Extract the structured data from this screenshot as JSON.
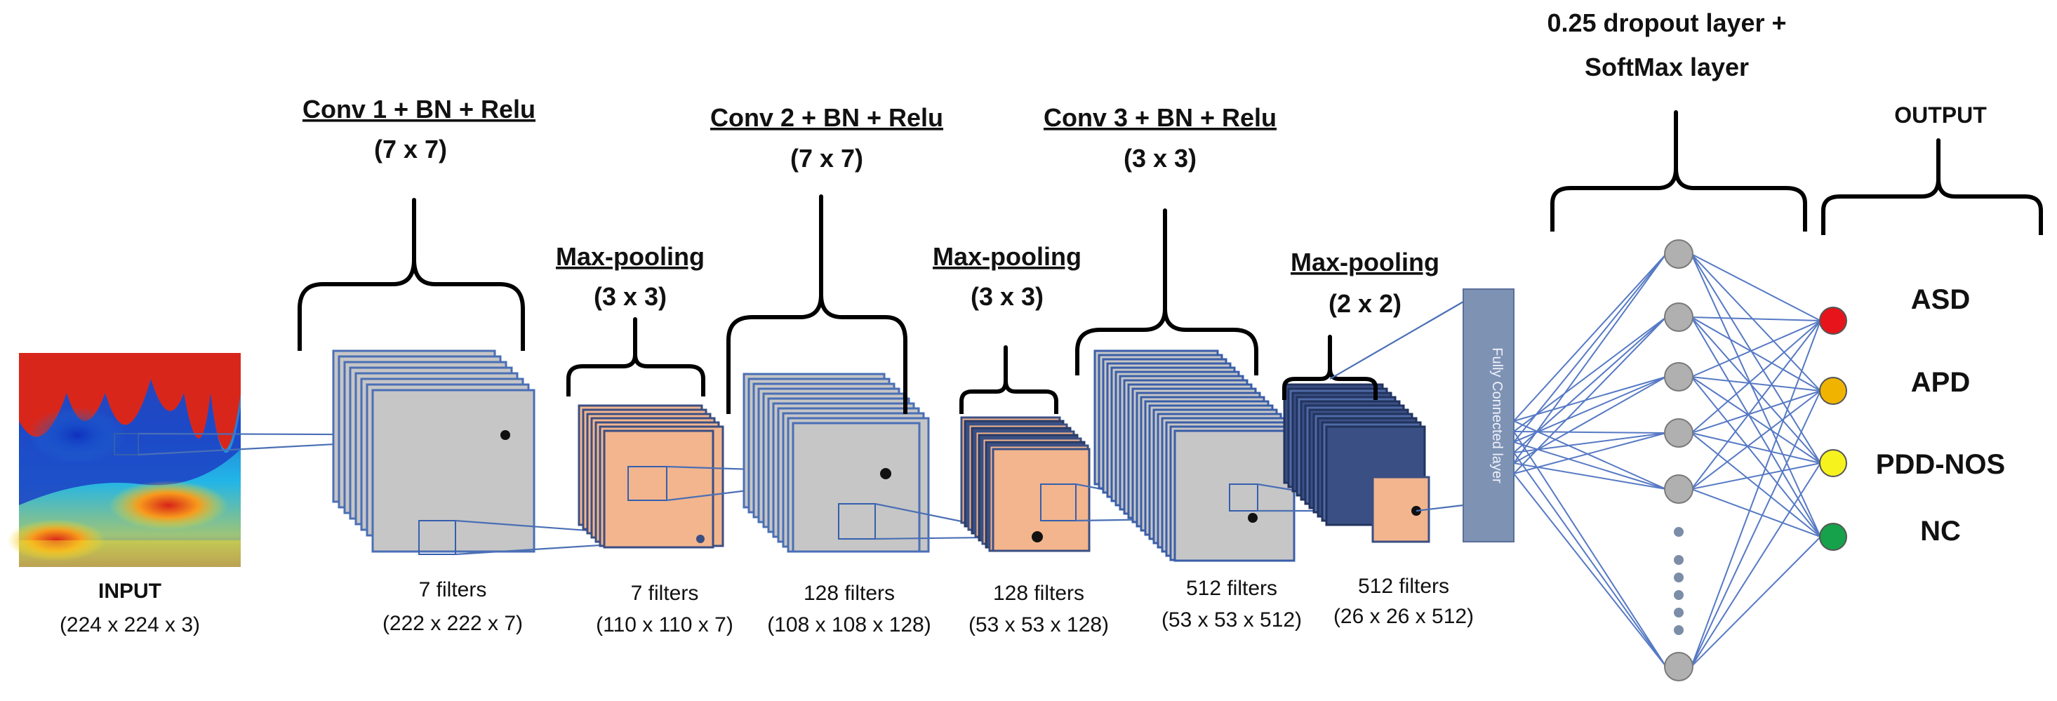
{
  "input": {
    "label": "INPUT",
    "dims": "(224 x 224 x 3)"
  },
  "stages": [
    {
      "id": "conv1",
      "title": "Conv  1 + BN + Relu",
      "kernel": "(7 x 7)",
      "filters": "7 filters",
      "dims": "(222 x 222 x 7)"
    },
    {
      "id": "pool1",
      "title": "Max-pooling",
      "kernel": "(3 x 3)",
      "filters": "7 filters",
      "dims": "(110 x 110 x 7)"
    },
    {
      "id": "conv2",
      "title": "Conv  2 + BN + Relu",
      "kernel": "(7 x 7)",
      "filters": "128 filters",
      "dims": "(108 x 108 x 128)"
    },
    {
      "id": "pool2",
      "title": "Max-pooling",
      "kernel": "(3 x 3)",
      "filters": "128 filters",
      "dims": "(53 x 53 x 128)"
    },
    {
      "id": "conv3",
      "title": "Conv  3 + BN + Relu",
      "kernel": "(3 x 3)",
      "filters": "512 filters",
      "dims": "(53 x 53 x 512)"
    },
    {
      "id": "pool3",
      "title": "Max-pooling",
      "kernel": "(2 x 2)",
      "filters": "512 filters",
      "dims": "(26 x 26 x 512)"
    }
  ],
  "fully_connected": {
    "label": "Fully Connected  layer"
  },
  "dropout": {
    "line1": "0.25 dropout layer +",
    "line2": "SoftMax layer"
  },
  "output": {
    "title": "OUTPUT",
    "classes": [
      {
        "label": "ASD",
        "color": "#e8141b"
      },
      {
        "label": "APD",
        "color": "#f0b400"
      },
      {
        "label": "PDD-NOS",
        "color": "#f6f21e"
      },
      {
        "label": "NC",
        "color": "#16a24a"
      }
    ]
  },
  "colors": {
    "conv": "#c6c6c6",
    "conv_border": "#4a6fb5",
    "pool_light": "#f2b58e",
    "pool_dark": "#3a4f83",
    "fc": "#7e92b4",
    "neuron": "#b0b0b0"
  }
}
